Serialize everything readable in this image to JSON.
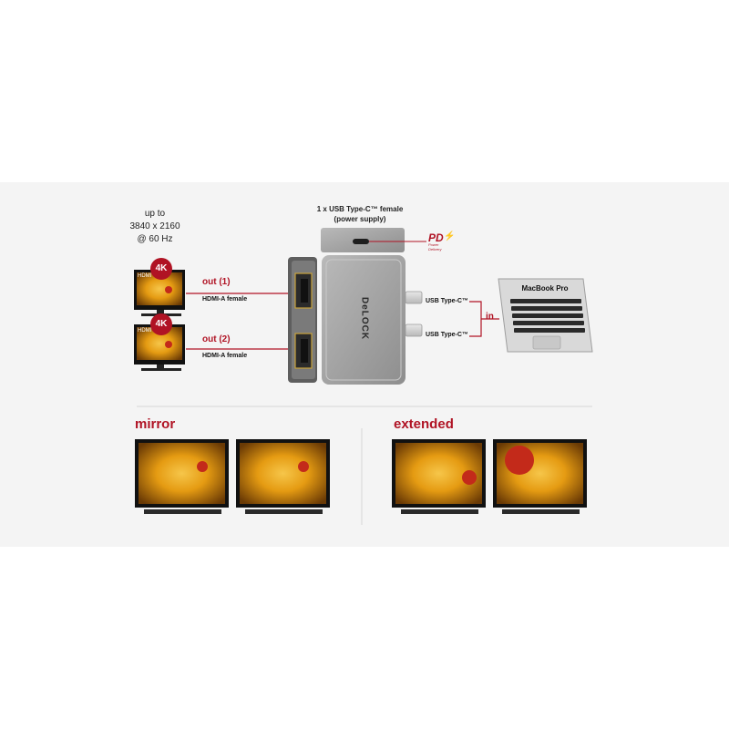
{
  "resolution_lines": [
    "up to",
    "3840 x 2160",
    "@ 60 Hz"
  ],
  "power": {
    "line1": "1 x USB Type-C™ female",
    "line2": "(power supply)",
    "pd_logo": "PD",
    "pd_sub1": "Power",
    "pd_sub2": "Delivery"
  },
  "outputs": [
    {
      "badge": "4K",
      "screen_label": "HDMI",
      "title": "out (1)",
      "sub": "HDMI-A female"
    },
    {
      "badge": "4K",
      "screen_label": "HDMI",
      "title": "out (2)",
      "sub": "HDMI-A female"
    }
  ],
  "brand": "DeLOCK",
  "inputs": {
    "connector1": "USB Type-C™",
    "connector2": "USB Type-C™",
    "in_label": "in"
  },
  "laptop_label": "MacBook Pro",
  "modes": {
    "mirror": "mirror",
    "extended": "extended"
  },
  "colors": {
    "accent": "#b01324",
    "device": "#9a9a9a",
    "background_panel": "#f4f4f4"
  }
}
